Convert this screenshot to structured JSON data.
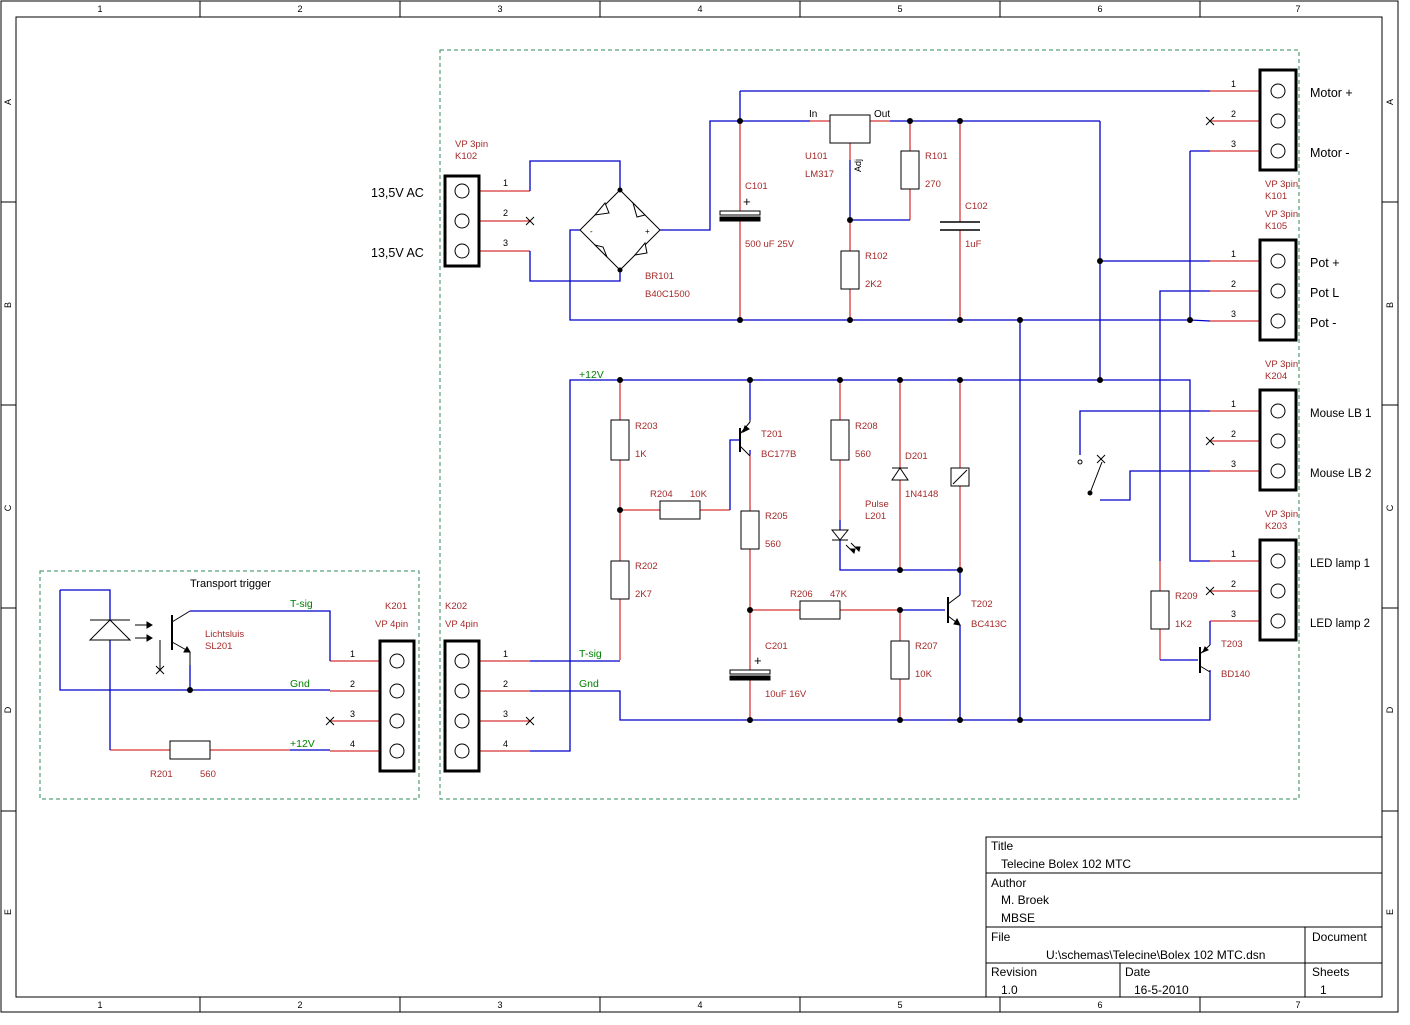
{
  "zones": {
    "columns": [
      "1",
      "2",
      "3",
      "4",
      "5",
      "6",
      "7"
    ],
    "rows": [
      "A",
      "B",
      "C",
      "D",
      "E"
    ]
  },
  "power": {
    "k102": {
      "type": "VP 3pin",
      "ref": "K102"
    },
    "ac_label_1": "13,5V AC",
    "ac_label_2": "13,5V AC",
    "br101": {
      "ref": "BR101",
      "value": "B40C1500"
    },
    "c101": {
      "ref": "C101",
      "value": "500 uF 25V"
    },
    "u101": {
      "ref": "U101",
      "value": "LM317",
      "pin_in": "In",
      "pin_out": "Out",
      "pin_adj": "Adj"
    },
    "r101": {
      "ref": "R101",
      "value": "270"
    },
    "r102": {
      "ref": "R102",
      "value": "2K2"
    },
    "c102": {
      "ref": "C102",
      "value": "1uF"
    },
    "k101": {
      "type": "VP 3pin",
      "ref": "K101"
    },
    "k105": {
      "type": "VP 3pin",
      "ref": "K105"
    },
    "motor_plus": "Motor +",
    "motor_minus": "Motor -",
    "pot_plus": "Pot +",
    "pot_l": "Pot L",
    "pot_minus": "Pot -"
  },
  "pulse": {
    "net_12v": "+12V",
    "net_tsig": "T-sig",
    "net_gnd": "Gnd",
    "r203": {
      "ref": "R203",
      "value": "1K"
    },
    "r204": {
      "ref": "R204",
      "value": "10K"
    },
    "r202": {
      "ref": "R202",
      "value": "2K7"
    },
    "t201": {
      "ref": "T201",
      "value": "BC177B"
    },
    "r205": {
      "ref": "R205",
      "value": "560"
    },
    "r208": {
      "ref": "R208",
      "value": "560"
    },
    "d201": {
      "ref": "D201",
      "value": "1N4148"
    },
    "l201": {
      "ref": "L201",
      "value": "Pulse"
    },
    "c201": {
      "ref": "C201",
      "value": "10uF 16V"
    },
    "r206": {
      "ref": "R206",
      "value": "47K"
    },
    "r207": {
      "ref": "R207",
      "value": "10K"
    },
    "t202": {
      "ref": "T202",
      "value": "BC413C"
    },
    "r209": {
      "ref": "R209",
      "value": "1K2"
    },
    "t203": {
      "ref": "T203",
      "value": "BD140"
    },
    "k204": {
      "type": "VP 3pin",
      "ref": "K204"
    },
    "k203": {
      "type": "VP 3pin",
      "ref": "K203"
    },
    "k202": {
      "type": "VP 4pin",
      "ref": "K202"
    },
    "mouse_lb1": "Mouse LB 1",
    "mouse_lb2": "Mouse LB 2",
    "led_lamp1": "LED lamp 1",
    "led_lamp2": "LED lamp 2"
  },
  "trigger": {
    "title": "Transport trigger",
    "sl201": {
      "ref": "SL201",
      "value": "Lichtsluis"
    },
    "r201": {
      "ref": "R201",
      "value": "560"
    },
    "k201": {
      "type": "VP 4pin",
      "ref": "K201"
    },
    "net_tsig": "T-sig",
    "net_gnd": "Gnd",
    "net_12v": "+12V"
  },
  "title_block": {
    "title_label": "Title",
    "title": "Telecine Bolex 102 MTC",
    "author_label": "Author",
    "author": "M. Broek",
    "company": "MBSE",
    "file_label": "File",
    "file": "U:\\schemas\\Telecine\\Bolex 102 MTC.dsn",
    "document_label": "Document",
    "revision_label": "Revision",
    "revision": "1.0",
    "date_label": "Date",
    "date": "16-5-2010",
    "sheets_label": "Sheets",
    "sheets": "1"
  },
  "colors": {
    "wire": "#0000cc",
    "pin": "#cc0000",
    "net_label": "#008000",
    "ref_text": "#a52a2a",
    "border": "#2e8b57"
  }
}
